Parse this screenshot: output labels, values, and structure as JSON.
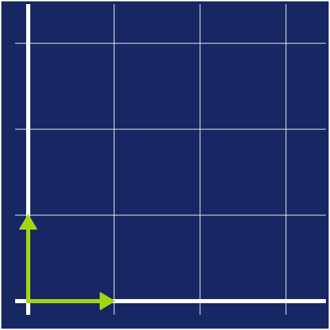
{
  "diagram": {
    "type": "coordinate-grid",
    "colors": {
      "border": "#ffffff",
      "background": "#172764",
      "grid_line": "#ffffff",
      "axis": "#ffffff",
      "basis_vector": "#a2d612"
    },
    "grid": {
      "x_lines": [
        1,
        2,
        3
      ],
      "y_lines": [
        1,
        2,
        3
      ]
    },
    "basis_vectors": [
      {
        "name": "i-hat",
        "x": 1,
        "y": 0
      },
      {
        "name": "j-hat",
        "x": 0,
        "y": 1
      }
    ]
  }
}
